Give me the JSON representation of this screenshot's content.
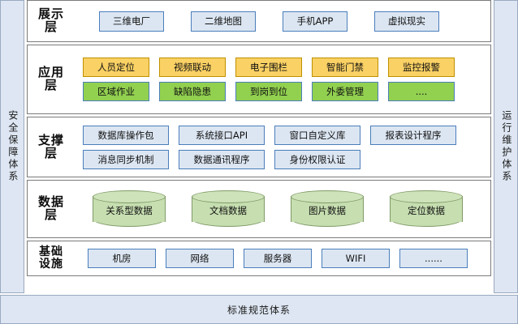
{
  "sides": {
    "left_label": "安全保障体系",
    "right_label": "运行维护体系",
    "bottom_label": "标准规范体系"
  },
  "colors": {
    "side_fill": "#DDE6F2",
    "side_border": "#9AA9C0",
    "panel_border": "#7B7B7B",
    "blue_fill": "#DCE6F2",
    "blue_border": "#4A7EBB",
    "orange_fill": "#FAD164",
    "orange_border": "#BF9000",
    "green_fill": "#92D050",
    "cylinder_fill": "#C6DEB0",
    "cylinder_border": "#7F9A66"
  },
  "layers": [
    {
      "id": "display",
      "label": "展示层",
      "rows": [
        {
          "style": "blue",
          "nodes": [
            "三维电厂",
            "二维地图",
            "手机APP",
            "虚拟现实"
          ]
        }
      ]
    },
    {
      "id": "application",
      "label": "应用层",
      "rows": [
        {
          "style": "orange",
          "nodes": [
            "人员定位",
            "视频联动",
            "电子围栏",
            "智能门禁",
            "监控报警"
          ]
        },
        {
          "style": "green",
          "nodes": [
            "区域作业",
            "缺陷隐患",
            "到岗到位",
            "外委管理",
            "...."
          ]
        }
      ]
    },
    {
      "id": "support",
      "label": "支撑层",
      "rows": [
        {
          "style": "blue",
          "nodes": [
            "数据库操作包",
            "系统接口API",
            "窗口自定义库",
            "报表设计程序"
          ]
        },
        {
          "style": "blue",
          "nodes": [
            "消息同步机制",
            "数据通讯程序",
            "身份权限认证"
          ]
        }
      ]
    },
    {
      "id": "data",
      "label": "数据层",
      "rows": [
        {
          "style": "cylinder",
          "nodes": [
            "关系型数据",
            "文档数据",
            "图片数据",
            "定位数据"
          ]
        }
      ]
    },
    {
      "id": "infrastructure",
      "label": "基础设施",
      "rows": [
        {
          "style": "blue",
          "nodes": [
            "机房",
            "网络",
            "服务器",
            "WIFI",
            "......"
          ]
        }
      ]
    }
  ]
}
